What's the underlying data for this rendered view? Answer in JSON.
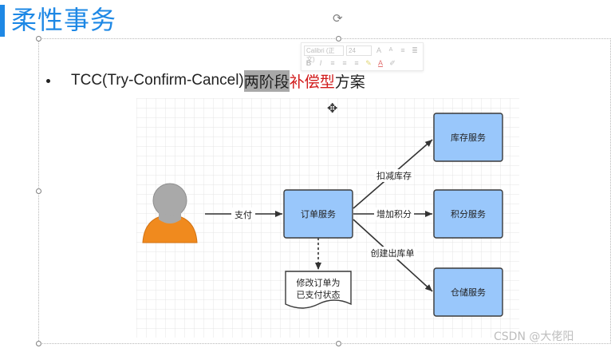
{
  "slide": {
    "title": "柔性事务",
    "bullet": {
      "prefix": "TCC(Try-Confirm-Cancel)",
      "highlight": "两阶段",
      "red": "补偿型",
      "suffix": "方案"
    }
  },
  "toolbar": {
    "font_name": "Calibri (正文)",
    "font_size": "24",
    "grow_font": "A",
    "shrink_font": "A",
    "bold": "B",
    "italic": "I",
    "font_color": "A"
  },
  "diagram": {
    "nodes": {
      "order_service": "订单服务",
      "inventory_service": "库存服务",
      "points_service": "积分服务",
      "warehouse_service": "仓储服务",
      "doc_note": "修改订单为\n已支付状态"
    },
    "edges": {
      "pay": "支付",
      "deduct_inventory": "扣减库存",
      "add_points": "增加积分",
      "create_outbound": "创建出库单"
    },
    "colors": {
      "box_fill": "#99c7fb",
      "box_stroke": "#3a3a3a",
      "user_body": "#f08a1e",
      "user_head": "#a9a9a9"
    }
  },
  "watermark": "CSDN @大佬阳"
}
